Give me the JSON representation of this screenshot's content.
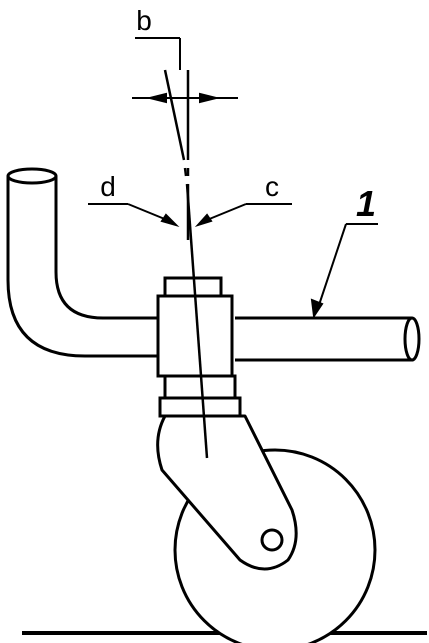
{
  "labels": {
    "b": "b",
    "c": "c",
    "d": "d",
    "part_number": "1"
  }
}
